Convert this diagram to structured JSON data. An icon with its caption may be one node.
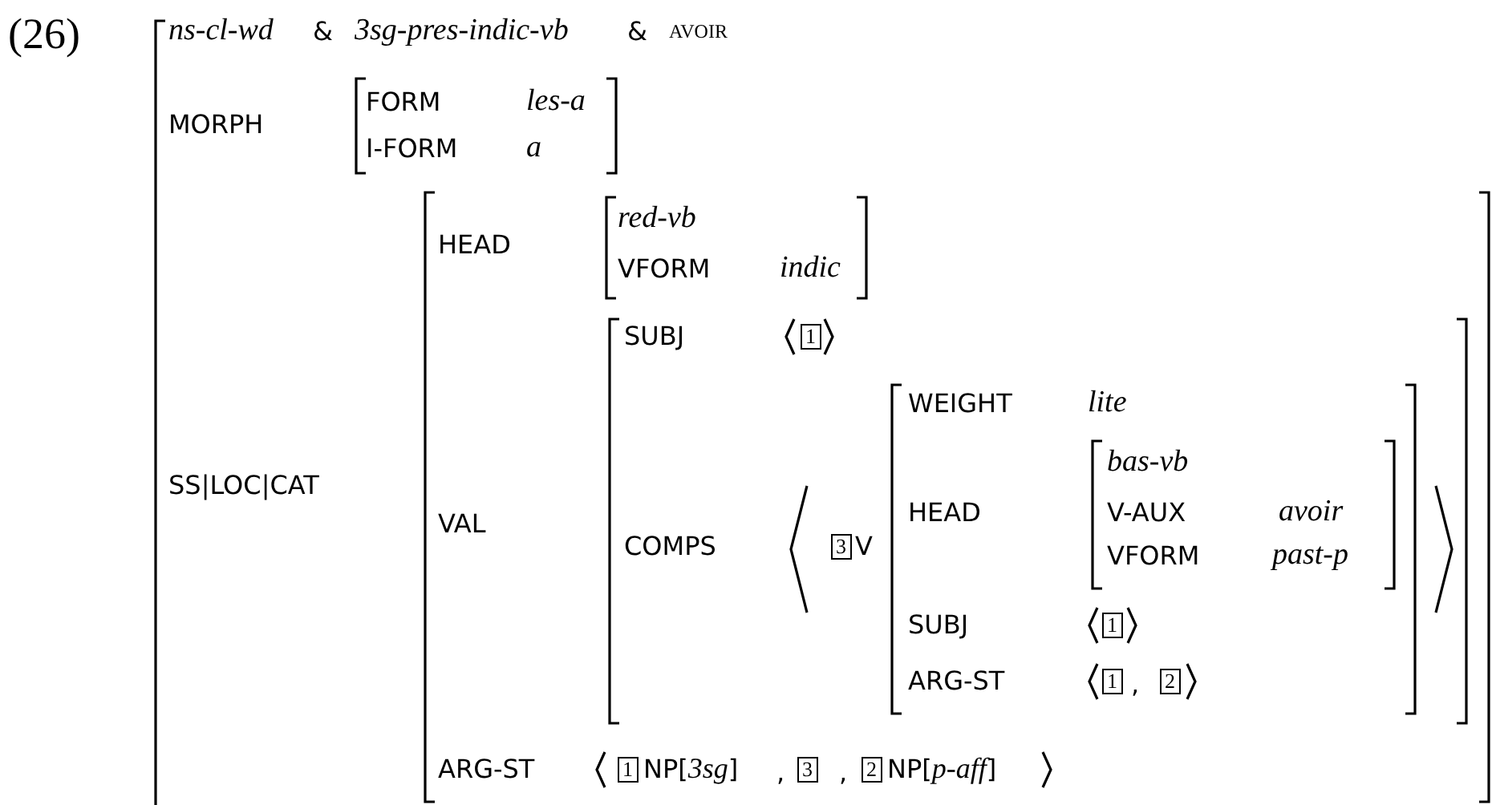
{
  "diagram": {
    "labels": [
      "(26)",
      "ns-cl-wd",
      "&",
      "3sg-pres-indic-vb",
      "&",
      "avoir",
      "MORPH",
      "FORM",
      "les-a",
      "I-FORM",
      "a",
      "HEAD",
      "red-vb",
      "VFORM",
      "indic",
      "SS|LOC|CAT",
      "VAL",
      "SUBJ",
      "1",
      "COMPS",
      "3",
      "V",
      "WEIGHT",
      "lite",
      "HEAD",
      "bas-vb",
      "V-AUX",
      "avoir",
      "VFORM",
      "past-p",
      "SUBJ",
      "1",
      "ARG-ST",
      "1",
      ",",
      "2",
      "ARG-ST",
      "1",
      "NP[*3sg*]",
      ",",
      "3",
      ",",
      "2",
      "NP[*p-aff*]"
    ]
  }
}
